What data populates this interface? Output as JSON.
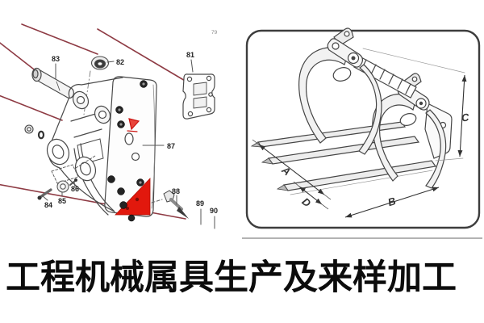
{
  "banner": {
    "text": "工程机械属具生产及来样加工"
  },
  "left_diagram": {
    "description": "excavator quick-coupler exploded parts view",
    "corner_note": "79",
    "labels": {
      "l81": "81",
      "l82": "82",
      "l83": "83",
      "l84": "84",
      "l85": "85",
      "l86": "86",
      "l87": "87",
      "l88": "88",
      "l89": "89",
      "l90": "90"
    },
    "colors": {
      "pointer_red": "#8e3b44",
      "highlight_red": "#e2180d",
      "line_gray": "#4a4a4a"
    }
  },
  "right_diagram": {
    "description": "log grapple dimension drawing",
    "dimensions": {
      "a": "A",
      "b": "B",
      "c": "C",
      "d": "D"
    },
    "colors": {
      "border": "#3d3d3d",
      "line": "#454545"
    }
  }
}
